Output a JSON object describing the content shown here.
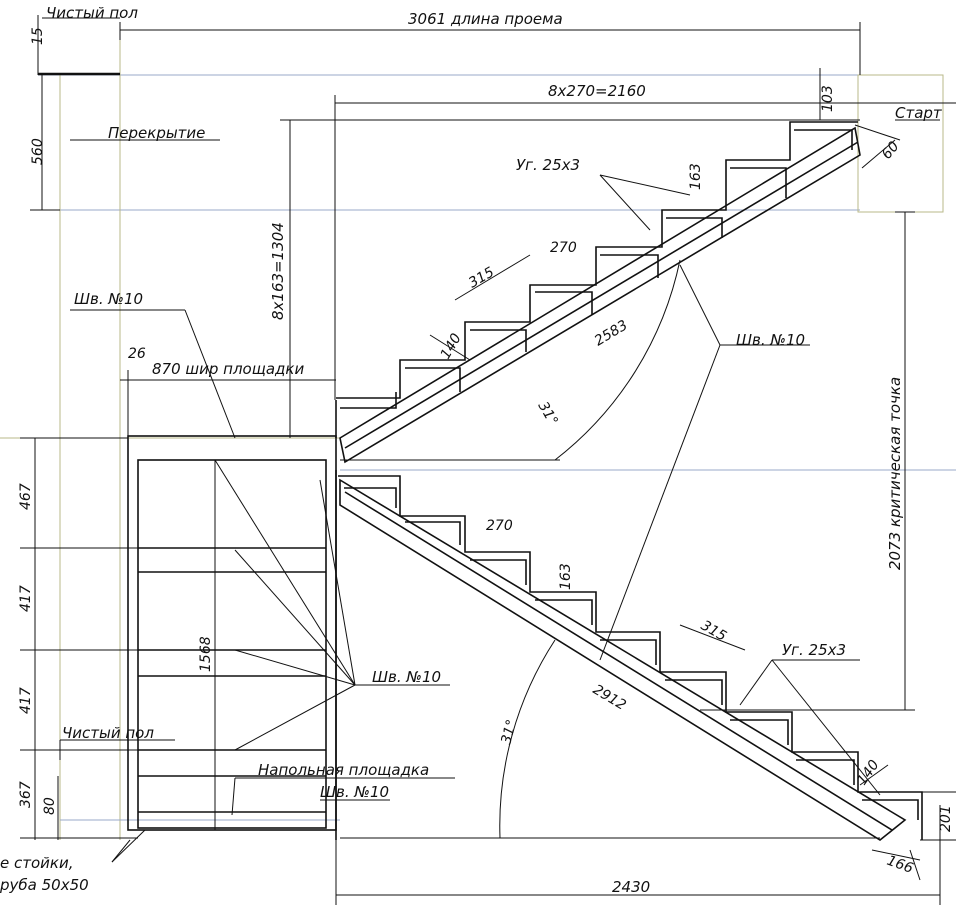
{
  "labels": {
    "clean_floor_top": "Чистый пол",
    "opening_length": "3061 длина проема",
    "overlap": "Перекрытие",
    "start": "Старт",
    "top_run": "8x270=2160",
    "top_height": "8x163=1304",
    "angle_25_top": "Уг. 25x3",
    "channel_10_left": "Шв. №10",
    "channel_10_right": "Шв. №10",
    "channel_10_center": "Шв. №10",
    "channel_10_bottom": "Шв. №10",
    "landing_width": "870 шир площадки",
    "critical_point": "2073 критическая точка",
    "clean_floor_bottom": "Чистый пол",
    "floor_landing": "Напольная площадка",
    "posts_line1": "е стойки,",
    "posts_line2": "руба 50x50",
    "angle_25_bottom": "Уг. 25x3",
    "bottom_run": "2430"
  },
  "dims": {
    "d15": "15",
    "d560": "560",
    "d103": "103",
    "d60": "60",
    "d163_top": "163",
    "d270_top": "270",
    "d315_top": "315",
    "d140_top": "140",
    "d2583": "2583",
    "d31_top": "31°",
    "d26": "26",
    "d467": "467",
    "d417_a": "417",
    "d417_b": "417",
    "d367": "367",
    "d80": "80",
    "d1568": "1568",
    "d270_bot": "270",
    "d163_bot": "163",
    "d315_bot": "315",
    "d2912": "2912",
    "d31_bot": "31°",
    "d140_bot": "140",
    "d201": "201",
    "d166": "166"
  }
}
